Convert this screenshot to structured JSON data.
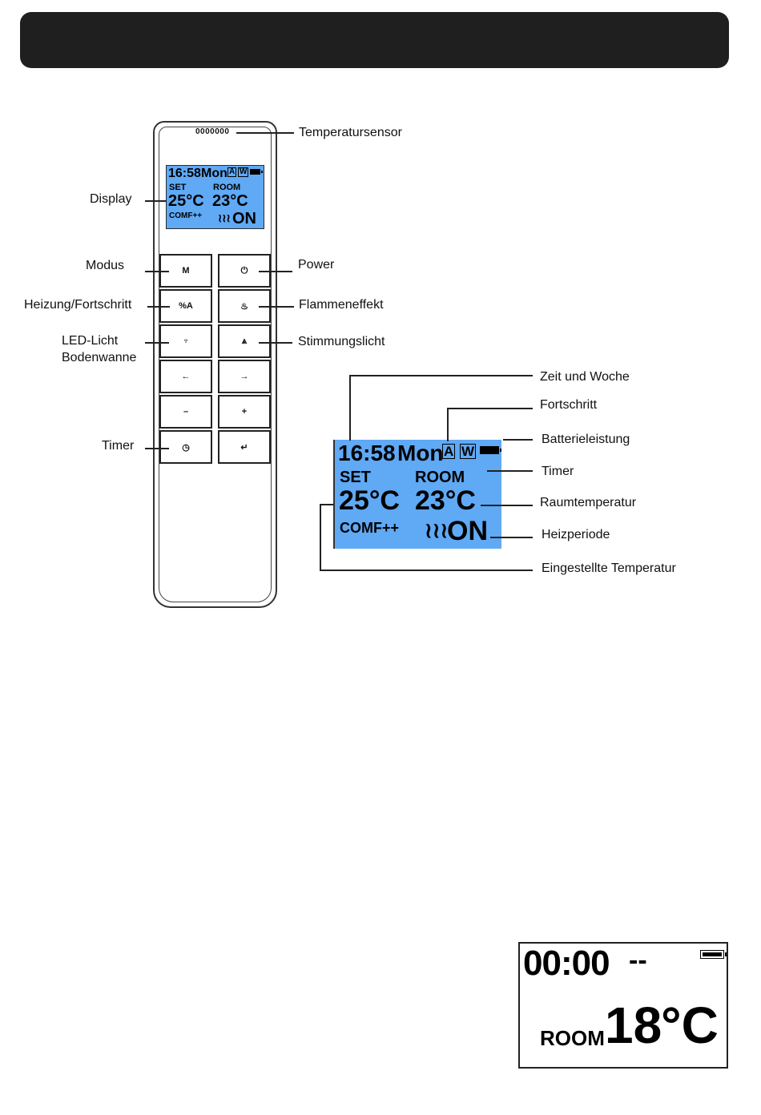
{
  "remote": {
    "sensor_dots": "0000000",
    "buttons": {
      "mode": "M",
      "power": "⏻",
      "heating": "%A",
      "flame": "♨",
      "led": "♆",
      "mood": "⩓",
      "left": "←",
      "right": "→",
      "minus": "–",
      "plus": "+",
      "timer": "◷",
      "enter": "↵"
    }
  },
  "lcd": {
    "time": "16:58",
    "day": "Mon",
    "badge_a": "A",
    "badge_w": "W",
    "set_label": "SET",
    "room_label": "ROOM",
    "set_temp": "25°C",
    "room_temp": "23°C",
    "mode": "COMF++",
    "heat_symbol": "≀≀≀",
    "heat_state": "ON"
  },
  "labels": {
    "temperature_sensor": "Temperatursensor",
    "display": "Display",
    "mode": "Modus",
    "power": "Power",
    "heating_progress": "Heizung/Fortschritt",
    "flame_effect": "Flammeneffekt",
    "led_light_line1": "LED-Licht",
    "led_light_line2": "Bodenwanne",
    "mood_light": "Stimmungslicht",
    "timer_left": "Timer",
    "time_week": "Zeit und Woche",
    "progress": "Fortschritt",
    "battery": "Batterieleistung",
    "timer_right": "Timer",
    "room_temperature": "Raumtemperatur",
    "heating_period": "Heizperiode",
    "set_temperature": "Eingestellte Temperatur"
  },
  "lcd_bw": {
    "time": "00:00",
    "dash": "--",
    "room_label": "ROOM",
    "temp": "18",
    "unit": "°C"
  },
  "colors": {
    "lcd_background": "#5fa9f5",
    "header_bar": "#1f1f1f"
  }
}
